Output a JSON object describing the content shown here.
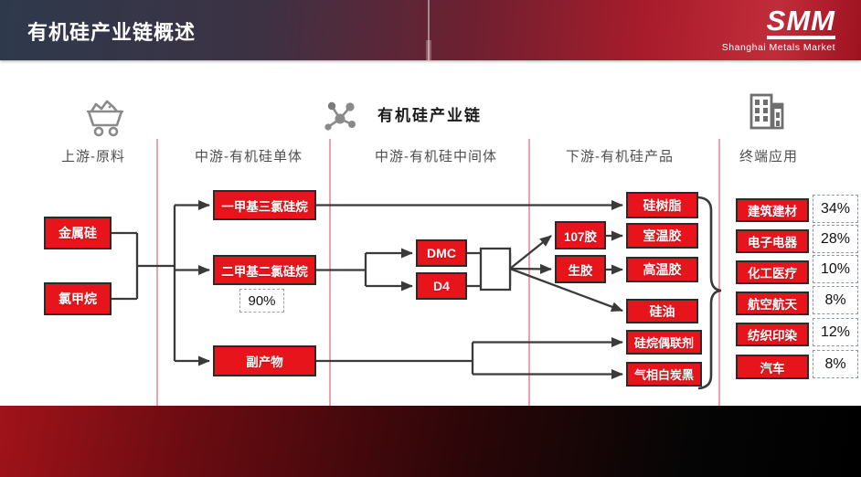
{
  "header": {
    "title": "有机硅产业链概述",
    "logo": "SMM",
    "logo_subtitle": "Shanghai Metals Market"
  },
  "diagram": {
    "title": "有机硅产业链",
    "columns": [
      {
        "label": "上游-原料"
      },
      {
        "label": "中游-有机硅单体"
      },
      {
        "label": "中游-有机硅中间体"
      },
      {
        "label": "下游-有机硅产品"
      },
      {
        "label": "终端应用"
      }
    ],
    "icons": [
      "ore-cart-icon",
      "molecule-icon",
      "building-icon"
    ],
    "upstream": [
      {
        "label": "金属硅"
      },
      {
        "label": "氯甲烷"
      }
    ],
    "monomers": [
      {
        "label": "一甲基三氯硅烷"
      },
      {
        "label": "二甲基二氯硅烷"
      },
      {
        "label": "副产物"
      }
    ],
    "monomer_share_note": "90%",
    "intermediates": [
      {
        "label": "DMC"
      },
      {
        "label": "D4"
      }
    ],
    "downstream_stage1": [
      {
        "label": "107胶"
      },
      {
        "label": "生胶"
      }
    ],
    "downstream_products": [
      {
        "label": "硅树脂"
      },
      {
        "label": "室温胶"
      },
      {
        "label": "高温胶"
      },
      {
        "label": "硅油"
      },
      {
        "label": "硅烷偶联剂"
      },
      {
        "label": "气相白炭黑"
      }
    ],
    "applications": [
      {
        "label": "建筑建材",
        "share": "34%"
      },
      {
        "label": "电子电器",
        "share": "28%"
      },
      {
        "label": "化工医疗",
        "share": "10%"
      },
      {
        "label": "航空航天",
        "share": "8%"
      },
      {
        "label": "纺织印染",
        "share": "12%"
      },
      {
        "label": "汽车",
        "share": "8%"
      }
    ],
    "colors": {
      "box_red": "#e8141c",
      "line_dark": "#3a3a3a",
      "divider_pink": "#f0a0a8",
      "header_red": "#a81c2b"
    }
  }
}
